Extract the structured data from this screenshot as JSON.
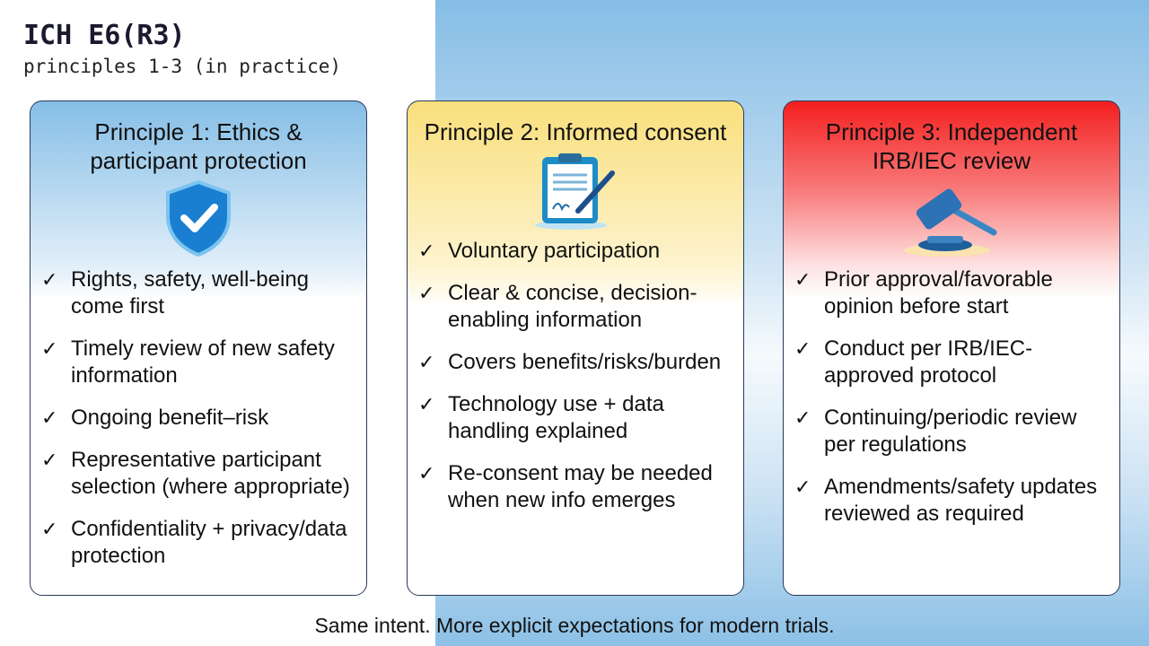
{
  "title": "ICH E6(R3)",
  "subtitle": "principles 1-3 (in practice)",
  "cards": [
    {
      "title": "Principle 1: Ethics & participant protection",
      "icon": "shield-check-icon",
      "items": [
        "Rights, safety, well-being come first",
        "Timely review of new safety information",
        "Ongoing benefit–risk",
        "Representative participant selection (where appropriate)",
        "Confidentiality + privacy/data protection"
      ]
    },
    {
      "title": "Principle 2: Informed consent",
      "icon": "clipboard-pen-icon",
      "items": [
        "Voluntary participation",
        "Clear & concise, decision-enabling information",
        "Covers benefits/risks/burden",
        "Technology use + data handling explained",
        "Re-consent may be needed when new info emerges"
      ]
    },
    {
      "title": "Principle 3: Independent IRB/IEC review",
      "icon": "gavel-icon",
      "items": [
        "Prior approval/favorable opinion before start",
        "Conduct per IRB/IEC-approved protocol",
        "Continuing/periodic review per regulations",
        "Amendments/safety updates reviewed as required"
      ]
    }
  ],
  "check": "✓",
  "footer": "Same intent. More explicit expectations for modern trials.",
  "colors": {
    "blue": "#85bee6",
    "yellow": "#f9df7c",
    "red": "#f41f1f"
  }
}
